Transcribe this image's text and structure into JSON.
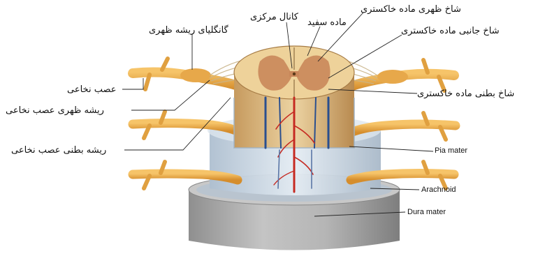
{
  "labels": {
    "dorsal_root_ganglion": "گانگلیای ریشه ظهری",
    "central_canal": "کانال مرکزی",
    "white_matter": "ماده سفید",
    "dorsal_horn": "شاخ ظهری ماده خاکستری",
    "lateral_horn": "شاخ جانبی ماده خاکستری",
    "ventral_horn": "شاخ بطنی ماده خاکستری",
    "spinal_nerve": "عصب نخاعی",
    "dorsal_root": "ریشه ظهری عصب نخاعی",
    "ventral_root": "ریشه بطنی عصب نخاعی",
    "pia_mater": "Pia mater",
    "arachnoid": "Arachnoid",
    "dura_mater": "Dura mater"
  },
  "colors": {
    "nerve": "#e8a63c",
    "white_matter": "#e9c68a",
    "gray_matter": "#c98858",
    "pia": "#c9d6e3",
    "arachnoid": "#b7c3cf",
    "dura": "#a6a6a6",
    "vessel_red": "#c62a22",
    "vessel_blue": "#2a4f8f"
  }
}
